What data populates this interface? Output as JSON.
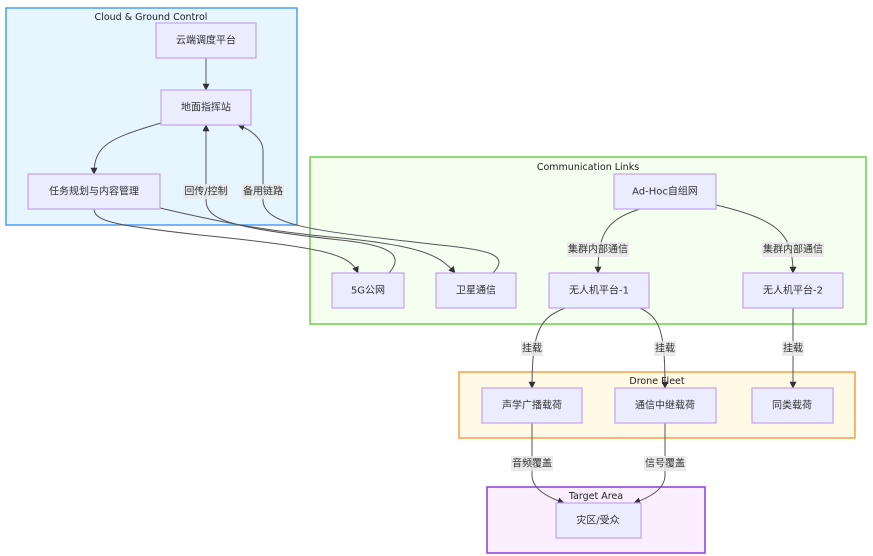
{
  "clusters": {
    "cloud": {
      "title": "Cloud & Ground Control",
      "border": "#4a9ff5",
      "fill": "#e6f5ff"
    },
    "comm": {
      "title": "Communication Links",
      "border": "#6cd04a",
      "fill": "#f4fff0"
    },
    "drone": {
      "title": "Drone Fleet",
      "border": "#f5a042",
      "fill": "#fff9e6"
    },
    "target": {
      "title": "Target Area",
      "border": "#8a3ce0",
      "fill": "#fbefff"
    }
  },
  "nodes": {
    "cloud_platform": "云端调度平台",
    "ground_station": "地面指挥站",
    "mission_planning": "任务规划与内容管理",
    "net_5g": "5G公网",
    "satellite": "卫星通信",
    "adhoc": "Ad-Hoc自组网",
    "uav1": "无人机平台-1",
    "uav2": "无人机平台-2",
    "acoustic": "声学广播载荷",
    "relay": "通信中继载荷",
    "similar": "同类载荷",
    "disaster": "灾区/受众"
  },
  "edges": {
    "backhaul": "回传/控制",
    "backup": "备用链路",
    "swarm1": "集群内部通信",
    "swarm2": "集群内部通信",
    "mount1": "挂载",
    "mount2": "挂载",
    "mount3": "挂载",
    "audio": "音频覆盖",
    "signal": "信号覆盖"
  }
}
